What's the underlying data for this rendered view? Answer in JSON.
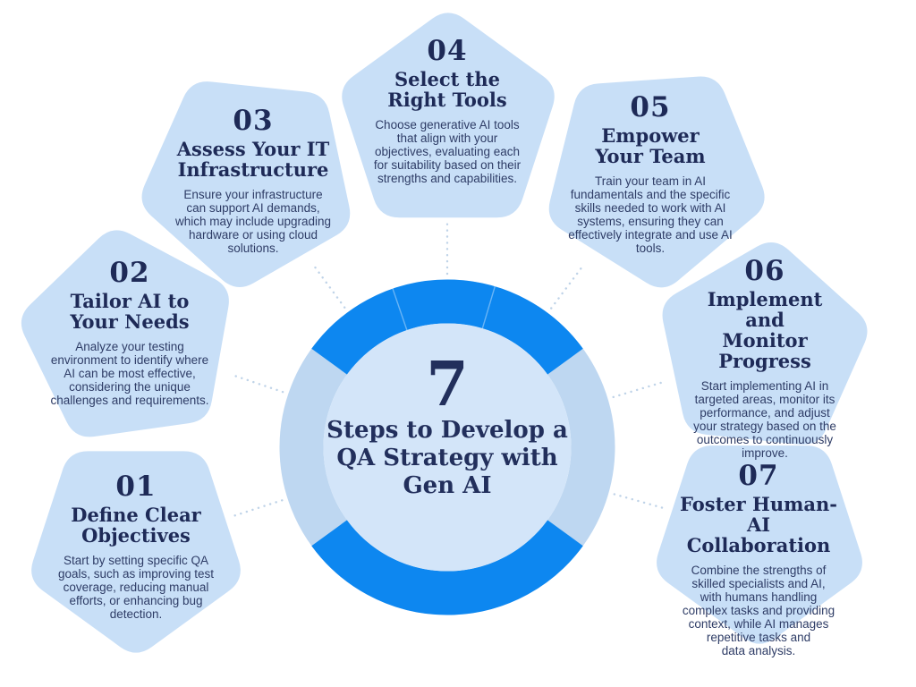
{
  "center": {
    "number": "7",
    "title": "Steps to Develop a\nQA Strategy with\nGen AI"
  },
  "cards": [
    {
      "number": "01",
      "title": "Define Clear\nObjectives",
      "body": "Start by setting specific QA\ngoals, such as improving test\ncoverage, reducing manual\nefforts, or enhancing bug\ndetection."
    },
    {
      "number": "02",
      "title": "Tailor AI to\nYour Needs",
      "body": "Analyze your testing\nenvironment to identify where\nAI can be most effective,\nconsidering the unique\nchallenges and requirements."
    },
    {
      "number": "03",
      "title": "Assess Your IT\nInfrastructure",
      "body": "Ensure your infrastructure\ncan support AI demands,\nwhich may include upgrading\nhardware or using cloud\nsolutions."
    },
    {
      "number": "04",
      "title": "Select the\nRight Tools",
      "body": "Choose generative AI tools\nthat align with your\nobjectives, evaluating each\nfor suitability based on their\nstrengths and capabilities."
    },
    {
      "number": "05",
      "title": "Empower\nYour Team",
      "body": "Train your team in AI\nfundamentals and the specific\nskills needed to work with AI\nsystems, ensuring they can\neffectively integrate and use AI\ntools."
    },
    {
      "number": "06",
      "title": "Implement and\nMonitor Progress",
      "body": "Start implementing AI in\ntargeted areas, monitor its\nperformance, and adjust\nyour strategy based on the\noutcomes to continuously\nimprove."
    },
    {
      "number": "07",
      "title": "Foster Human-AI\nCollaboration",
      "body": "Combine the strengths of\nskilled specialists and AI,\nwith humans handling\ncomplex tasks and providing\ncontext, while AI manages\nrepetitive tasks and\ndata analysis."
    }
  ],
  "colors": {
    "background": "#FFFFFF",
    "bright_blue": "#0D87F0",
    "light_ring_arc": "#BED7F1",
    "inner_circle": "#D3E5F9",
    "card_fill": "#C8DFF7",
    "heading_navy": "#1E2A57",
    "body_navy": "#2E3C66",
    "dotted_connector": "#BFD3E8"
  }
}
